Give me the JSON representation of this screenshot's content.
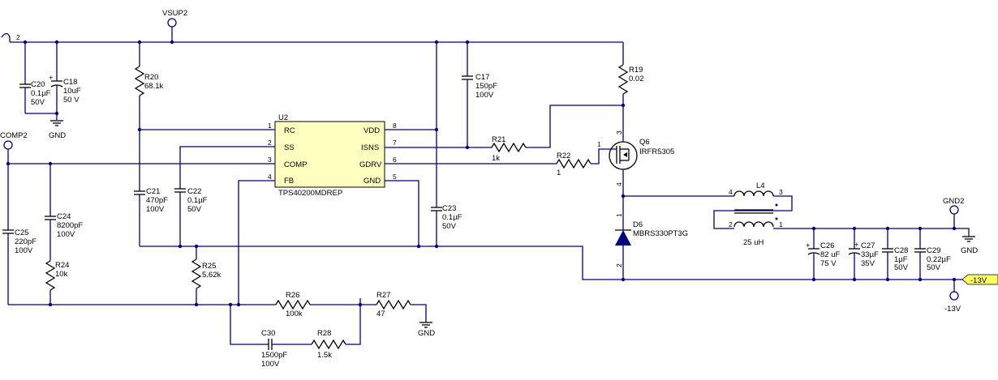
{
  "nets": {
    "vsup2": "VSUP2",
    "comp2": "COMP2",
    "gnd2": "GND2",
    "neg13_flag": "-13V",
    "neg13_label": "-13V",
    "gnd": "GND",
    "input_pin": "2"
  },
  "u2": {
    "ref": "U2",
    "part": "TPS40200MDREP",
    "pins": [
      {
        "num": "1",
        "name": "RC"
      },
      {
        "num": "2",
        "name": "SS"
      },
      {
        "num": "3",
        "name": "COMP"
      },
      {
        "num": "4",
        "name": "FB"
      },
      {
        "num": "8",
        "name": "VDD"
      },
      {
        "num": "7",
        "name": "ISNS"
      },
      {
        "num": "6",
        "name": "GDRV"
      },
      {
        "num": "5",
        "name": "GND"
      }
    ]
  },
  "c20": {
    "ref": "C20",
    "val1": "0.1µF",
    "val2": "50V"
  },
  "c18": {
    "ref": "C18",
    "val1": "10uF",
    "val2": "50 V"
  },
  "r20": {
    "ref": "R20",
    "val1": "68.1k"
  },
  "c17": {
    "ref": "C17",
    "val1": "150pF",
    "val2": "100V"
  },
  "r19": {
    "ref": "R19",
    "val1": "0.02"
  },
  "r21": {
    "ref": "R21",
    "val1": "1k"
  },
  "r22": {
    "ref": "R22",
    "val1": "1"
  },
  "q6": {
    "ref": "Q6",
    "part": "IRFR5305",
    "pin_gate": "1",
    "pin_drain": "3",
    "pin_source": "4"
  },
  "c21": {
    "ref": "C21",
    "val1": "470pF",
    "val2": "100V"
  },
  "c22": {
    "ref": "C22",
    "val1": "0.1µF",
    "val2": "50V"
  },
  "c23": {
    "ref": "C23",
    "val1": "0.1µF",
    "val2": "50V"
  },
  "c24": {
    "ref": "C24",
    "val1": "8200pF",
    "val2": "100V"
  },
  "c25": {
    "ref": "C25",
    "val1": "220pF",
    "val2": "100V"
  },
  "r24": {
    "ref": "R24",
    "val1": "10k"
  },
  "r25": {
    "ref": "R25",
    "val1": "5.62k"
  },
  "r26": {
    "ref": "R26",
    "val1": "100k"
  },
  "r27": {
    "ref": "R27",
    "val1": "47"
  },
  "c30": {
    "ref": "C30",
    "val1": "1500pF",
    "val2": "100V"
  },
  "r28": {
    "ref": "R28",
    "val1": "1.5k"
  },
  "l4": {
    "ref": "L4",
    "val1": "25 uH",
    "pin4": "4",
    "pin3": "3",
    "pin2": "2",
    "pin1": "1"
  },
  "d6": {
    "ref": "D6",
    "part": "MBRS330PT3G",
    "pin1": "1",
    "pin2": "2"
  },
  "c26": {
    "ref": "C26",
    "val1": "82 uF",
    "val2": "75 V"
  },
  "c27": {
    "ref": "C27",
    "val1": "33µF",
    "val2": "35V"
  },
  "c28": {
    "ref": "C28",
    "val1": "1µF",
    "val2": "50V"
  },
  "c29": {
    "ref": "C29",
    "val1": "0.22µF",
    "val2": "50V"
  }
}
